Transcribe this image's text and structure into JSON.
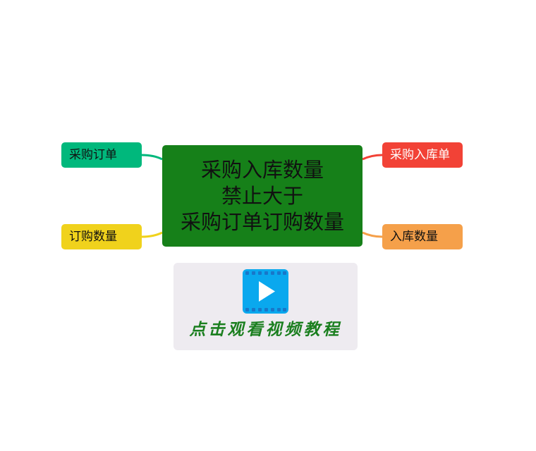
{
  "central": {
    "lines": [
      "采购入库数量",
      "禁止大于",
      "采购订单订购数量"
    ],
    "color": "#168019",
    "text_color": "#111111"
  },
  "branches": {
    "top_left": {
      "label": "采购订单",
      "color": "#00B87C",
      "text_color": "#111111"
    },
    "bottom_left": {
      "label": "订购数量",
      "color": "#F0D21C",
      "text_color": "#111111"
    },
    "top_right": {
      "label": "采购入库单",
      "color": "#F24236",
      "text_color": "#ffffff"
    },
    "bottom_right": {
      "label": "入库数量",
      "color": "#F5A04A",
      "text_color": "#111111"
    }
  },
  "video": {
    "caption": "点击观看视频教程",
    "icon": "play-icon",
    "card_color": "#EEEBF0",
    "icon_color": "#0AA8EE",
    "caption_color": "#1B7F1F"
  }
}
